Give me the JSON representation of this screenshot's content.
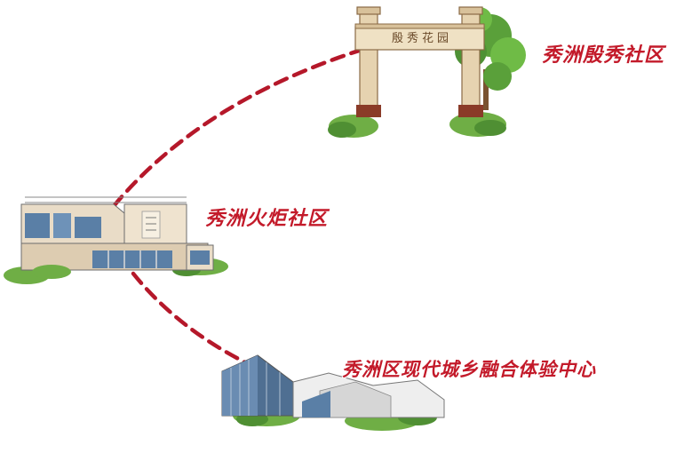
{
  "locations": [
    {
      "name": "秀洲殷秀社区"
    },
    {
      "name": "秀洲火炬社区"
    },
    {
      "name": "秀洲区现代城乡融合体验中心"
    }
  ],
  "gate_sign": "殷秀花园",
  "colors": {
    "accent_red": "#c31a2a",
    "route_dash": "#b5182a",
    "tree_green": "#5aa03a",
    "stone_beige": "#e6d3b0",
    "glass_blue": "#5a7fa6"
  },
  "icons": [
    "garden-gate-icon",
    "community-building-icon",
    "experience-center-icon",
    "route-line"
  ]
}
